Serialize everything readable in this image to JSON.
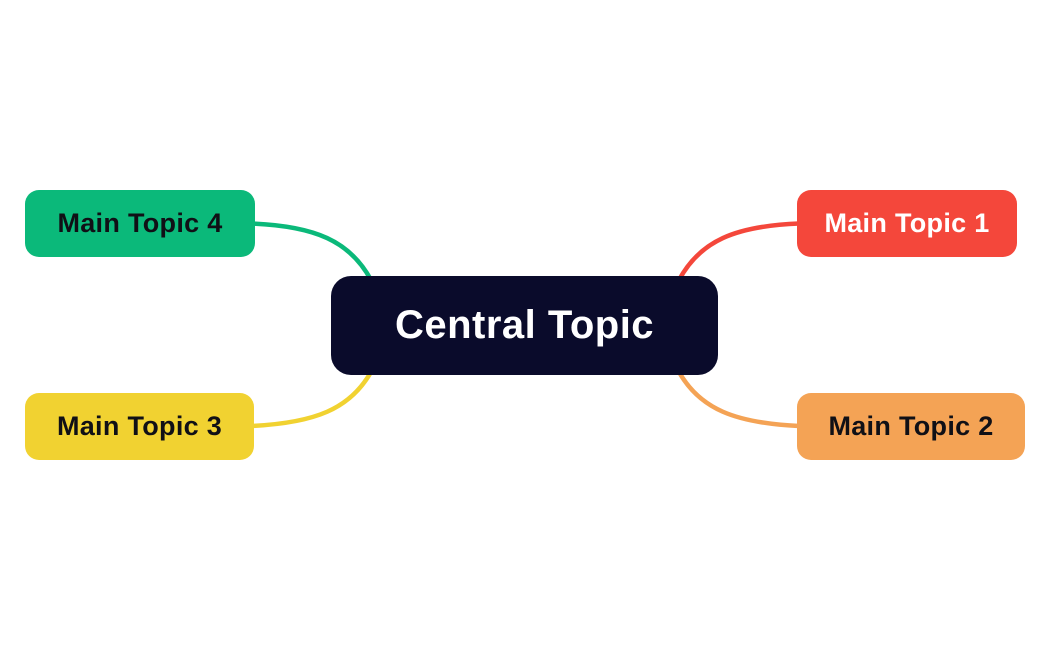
{
  "canvas": {
    "background_color": "#ffffff"
  },
  "mindmap": {
    "central": {
      "label": "Central Topic",
      "bg": "#0a0b2b",
      "text_color": "#ffffff"
    },
    "branches": [
      {
        "id": "main-topic-1",
        "label": "Main Topic 1",
        "position": "top-right",
        "bg": "#f4473b",
        "text_color": "#ffffff"
      },
      {
        "id": "main-topic-2",
        "label": "Main Topic 2",
        "position": "bottom-right",
        "bg": "#f4a355",
        "text_color": "#101016"
      },
      {
        "id": "main-topic-3",
        "label": "Main Topic 3",
        "position": "bottom-left",
        "bg": "#f1d231",
        "text_color": "#101016"
      },
      {
        "id": "main-topic-4",
        "label": "Main Topic 4",
        "position": "top-left",
        "bg": "#0bb97a",
        "text_color": "#101016"
      }
    ]
  }
}
